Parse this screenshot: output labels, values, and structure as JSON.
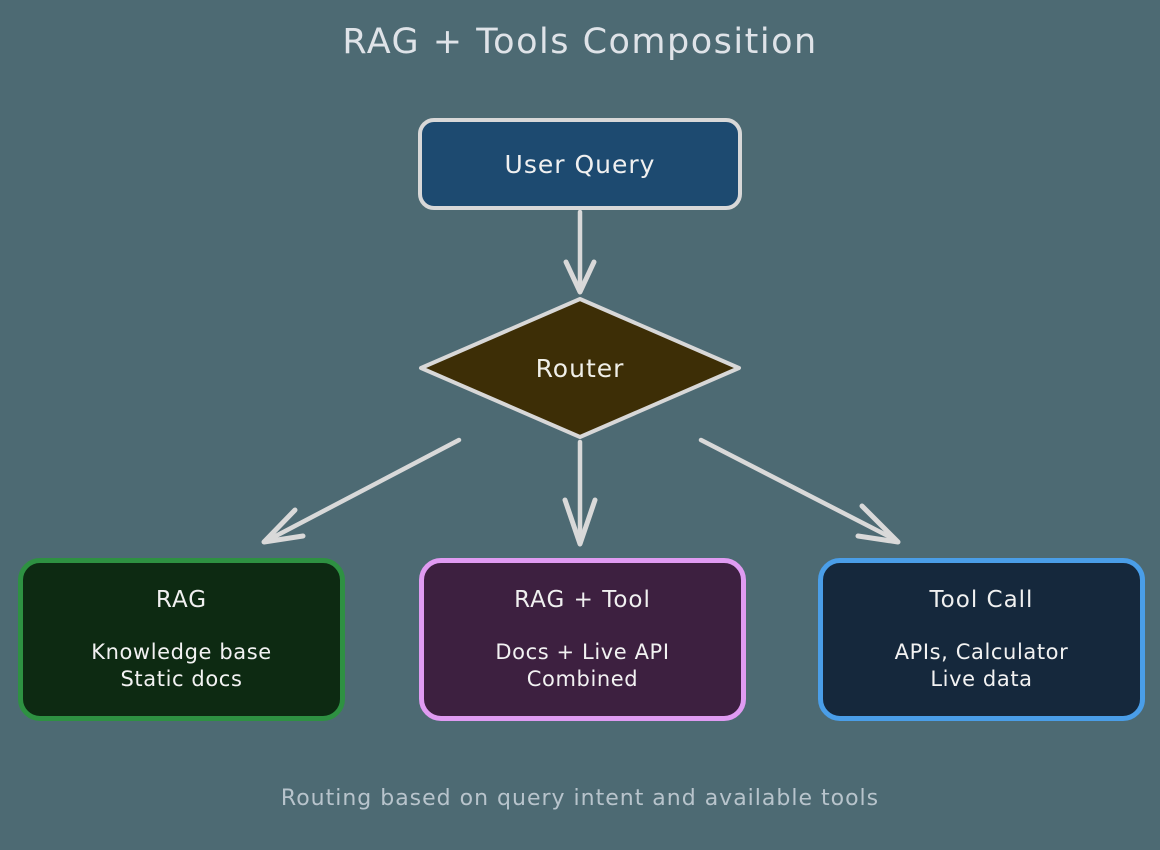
{
  "diagram": {
    "title": "RAG + Tools Composition",
    "caption": "Routing based on query intent and available tools",
    "background_color": "#4d6a73",
    "title_color": "#dfe3e8",
    "caption_color": "#b8c4cc",
    "edge_color": "#d9d9d9"
  },
  "nodes": {
    "user_query": {
      "label": "User Query",
      "shape": "rounded-rect",
      "fill": "#1d4a70",
      "border": "#d8d8d8"
    },
    "router": {
      "label": "Router",
      "shape": "diamond",
      "fill": "#3d2e06",
      "border": "#d8d8d8"
    },
    "rag": {
      "title": "RAG",
      "line1": "Knowledge base",
      "line2": "Static docs",
      "shape": "rounded-rect",
      "fill": "#0d2a12",
      "border": "#2e9142"
    },
    "rag_tool": {
      "title": "RAG + Tool",
      "line1": "Docs + Live API",
      "line2": "Combined",
      "shape": "rounded-rect",
      "fill": "#3d2040",
      "border": "#e09bf2"
    },
    "tool_call": {
      "title": "Tool Call",
      "line1": "APIs, Calculator",
      "line2": "Live data",
      "shape": "rounded-rect",
      "fill": "#15283c",
      "border": "#4a9ee8"
    }
  },
  "edges": [
    {
      "from": "user_query",
      "to": "router",
      "label": ""
    },
    {
      "from": "router",
      "to": "rag",
      "label": ""
    },
    {
      "from": "router",
      "to": "rag_tool",
      "label": ""
    },
    {
      "from": "router",
      "to": "tool_call",
      "label": ""
    }
  ]
}
